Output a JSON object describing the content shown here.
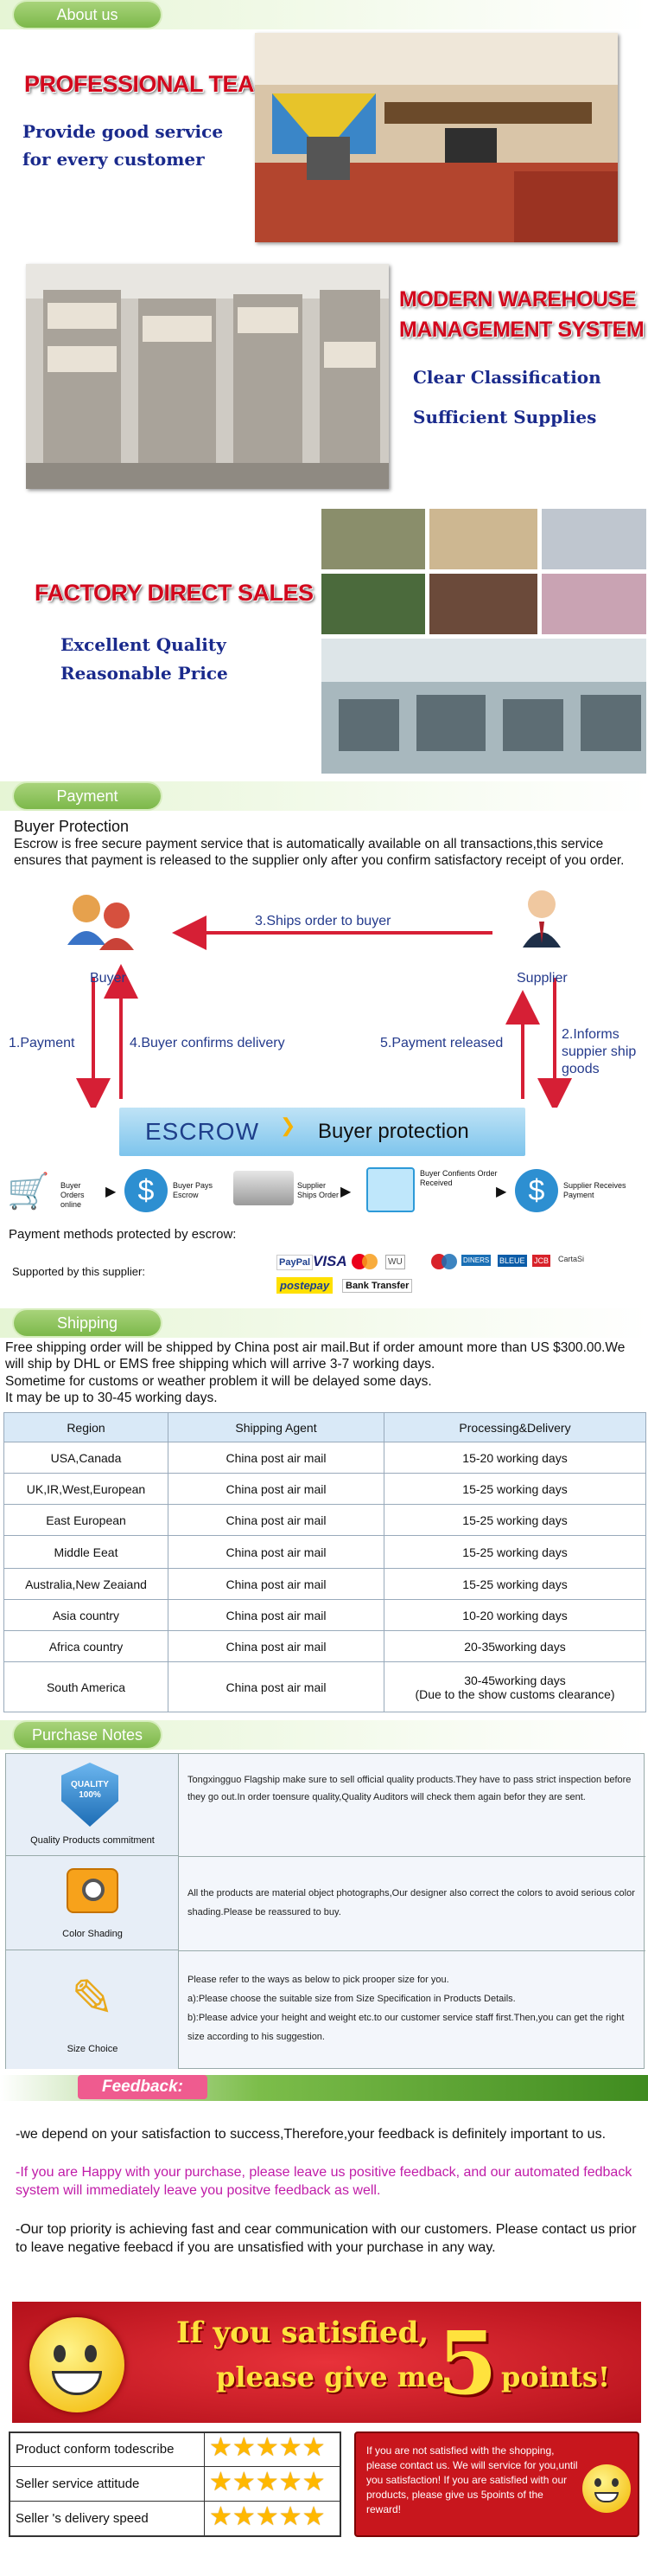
{
  "about": {
    "tab": "About us",
    "team_title": "PROFESSIONAL TEAM",
    "team_line1": "Provide good service",
    "team_line2": "for every customer",
    "warehouse_title1": "MODERN  WAREHOUSE",
    "warehouse_title2": "MANAGEMENT SYSTEM",
    "warehouse_line1": "Clear Classification",
    "warehouse_line2": "Sufficient Supplies",
    "factory_title": "FACTORY DIRECT SALES",
    "factory_line1": "Excellent Quality",
    "factory_line2": "Reasonable Price"
  },
  "payment": {
    "tab": "Payment",
    "bp_title": "Buyer Protection",
    "bp_text": "Escrow is free secure payment service that is automatically available on all transactions,this service ensures that payment is released to the supplier only after you confirm satisfactory receipt of you order.",
    "ships_label": "3.Ships order to buyer",
    "buyer": "Buyer",
    "supplier": "Supplier",
    "pay_label": "1.Payment",
    "confirm_label": "4.Buyer confirms delivery",
    "released_label": "5.Payment released",
    "informs_label": "2.Informs suppier ship goods",
    "escrow": "ESCROW",
    "bp_bar": "Buyer protection",
    "steps": [
      "Buyer Orders online",
      "Buyer Pays Escrow",
      "Supplier Ships Order",
      "Buyer Confients Order Received",
      "Supplier Receives Payment"
    ],
    "methods": "Payment methods protected by escrow:",
    "supported": "Supported by this supplier:",
    "logos": [
      "PayPal",
      "VISA",
      "MC",
      "WU",
      "Maestro",
      "DINERS",
      "BLEUE",
      "JCB",
      "CartaSi",
      "postepay",
      "Bank Transfer"
    ]
  },
  "shipping": {
    "tab": "Shipping",
    "text1": "Free shipping order will be shipped by China post air mail.But if order amount more than US $300.00.We will ship by DHL or EMS free shipping which will arrive 3-7 working days.",
    "text2": "Sometime for customs or weather problem it will be delayed some days.",
    "text3": "It may be up to 30-45 working days.",
    "headers": [
      "Region",
      "Shipping Agent",
      "Processing&Delivery"
    ],
    "rows": [
      [
        "USA,Canada",
        "China post air mail",
        "15-20 working days"
      ],
      [
        "UK,IR,West,European",
        "China post air mail",
        "15-25 working days"
      ],
      [
        "East European",
        "China post air mail",
        "15-25 working days"
      ],
      [
        "Middle Eeat",
        "China post air mail",
        "15-25 working days"
      ],
      [
        "Australia,New Zeaiand",
        "China post air mail",
        "15-25 working days"
      ],
      [
        "Asia country",
        "China post air mail",
        "10-20 working days"
      ],
      [
        "Africa country",
        "China post air mail",
        "20-35working days"
      ],
      [
        "South America",
        "China post air mail",
        "30-45working days"
      ]
    ],
    "last_note": "(Due to the show customs clearance)"
  },
  "purchase": {
    "tab": "Purchase Notes",
    "items": [
      {
        "label": "Quality Products commitment",
        "badge": "QUALITY 100%",
        "text": "Tongxingguo Flagship make sure to sell official quality products.They have to pass strict inspection before they go out.In order toensure quality,Quality Auditors will check them again befor they are sent."
      },
      {
        "label": "Color Shading",
        "text": "All the products are material object photographs,Our designer also correct the colors to avoid serious color shading.Please be reassured to buy."
      },
      {
        "label": "Size Choice",
        "text": "Please refer to the ways as below to pick prooper size for you.\na):Please choose the suitable size from Size Specification in Products Details.\nb):Please advice your height and weight etc.to our customer service staff first.Then,you can get the right size according to his suggestion."
      }
    ]
  },
  "feedback": {
    "tab": "Feedback:",
    "p1": "-we depend on your satisfaction to success,Therefore,your feedback is definitely important to us.",
    "p2": "-If you are Happy with your purchase, please leave us positive feedback, and our automated fedback system will immediately leave you positve feedback as well.",
    "p3": "-Our top priority is achieving fast and cear communication with our customers. Please contact us prior to leave negative feebacd if you are unsatisfied with your purchase in any way.",
    "banner1": "If you satisfied,",
    "banner2": "please give me",
    "banner_num": "5",
    "banner3": "points!",
    "ratings": [
      "Product conform todescribe",
      "Seller service attitude",
      "Seller 's delivery speed"
    ],
    "stars_per_row": 5,
    "note": "If you are not satisfied with the shopping, please contact us. We will service for you,until you satisfaction! If you are satisfied with our products, please give us 5points of the reward!"
  },
  "colors": {
    "accent_green": "#7cb84a",
    "red": "#d2081d",
    "navy": "#1a2a8c"
  }
}
